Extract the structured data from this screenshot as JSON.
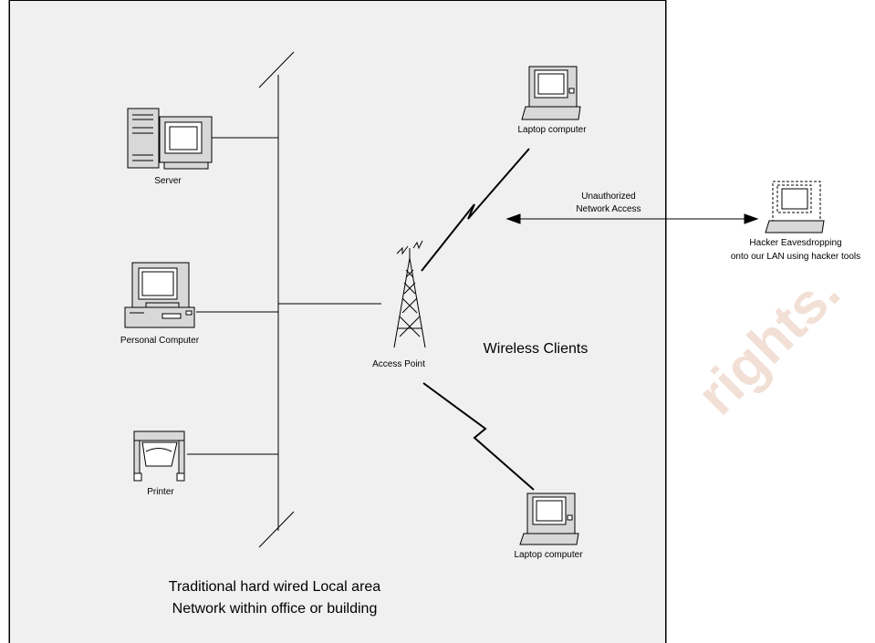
{
  "diagram": {
    "nodes": {
      "server": "Server",
      "personal_computer": "Personal Computer",
      "printer": "Printer",
      "access_point": "Access Point",
      "laptop_top": "Laptop computer",
      "laptop_bottom": "Laptop computer",
      "hacker_line1": "Hacker Eavesdropping",
      "hacker_line2": "onto our LAN using hacker tools"
    },
    "arrow_label_line1": "Unauthorized",
    "arrow_label_line2": "Network Access",
    "wireless_clients": "Wireless Clients",
    "lan_caption_line1": "Traditional hard wired Local area",
    "lan_caption_line2": "Network within office or building"
  },
  "watermark": "rights.",
  "colors": {
    "building_fill": "#f0f0f0",
    "device_fill": "#d8d8d8",
    "watermark": "#f2e0d6",
    "line": "#000000"
  }
}
